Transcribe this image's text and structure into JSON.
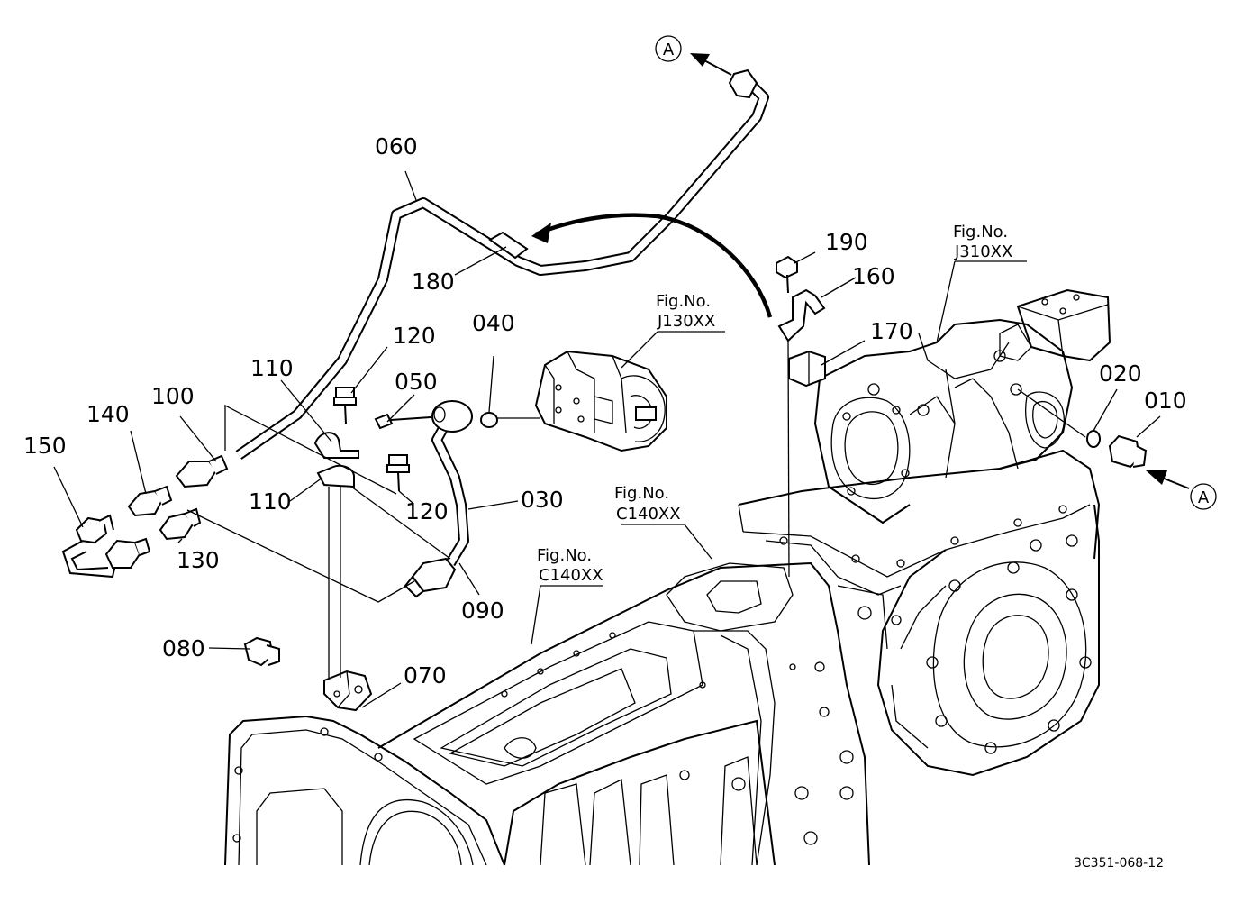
{
  "callouts": [
    {
      "id": "c060",
      "text": "060"
    },
    {
      "id": "c180",
      "text": "180"
    },
    {
      "id": "c190",
      "text": "190"
    },
    {
      "id": "c160",
      "text": "160"
    },
    {
      "id": "c170",
      "text": "170"
    },
    {
      "id": "c120a",
      "text": "120"
    },
    {
      "id": "c110a",
      "text": "110"
    },
    {
      "id": "c050",
      "text": "050"
    },
    {
      "id": "c040",
      "text": "040"
    },
    {
      "id": "c100",
      "text": "100"
    },
    {
      "id": "c140",
      "text": "140"
    },
    {
      "id": "c150",
      "text": "150"
    },
    {
      "id": "c110b",
      "text": "110"
    },
    {
      "id": "c120b",
      "text": "120"
    },
    {
      "id": "c130",
      "text": "130"
    },
    {
      "id": "c030",
      "text": "030"
    },
    {
      "id": "c090",
      "text": "090"
    },
    {
      "id": "c080",
      "text": "080"
    },
    {
      "id": "c070",
      "text": "070"
    },
    {
      "id": "c020",
      "text": "020"
    },
    {
      "id": "c010",
      "text": "010"
    }
  ],
  "figure_refs": [
    {
      "prefix": "Fig.No.",
      "code": "J310XX"
    },
    {
      "prefix": "Fig.No.",
      "code": "J130XX"
    },
    {
      "prefix": "Fig.No.",
      "code": "C140XX"
    },
    {
      "prefix": "Fig.No.",
      "code": "C140XX"
    }
  ],
  "connection_markers": [
    {
      "letter": "A"
    },
    {
      "letter": "A"
    }
  ],
  "drawing_number": "3C351-068-12"
}
